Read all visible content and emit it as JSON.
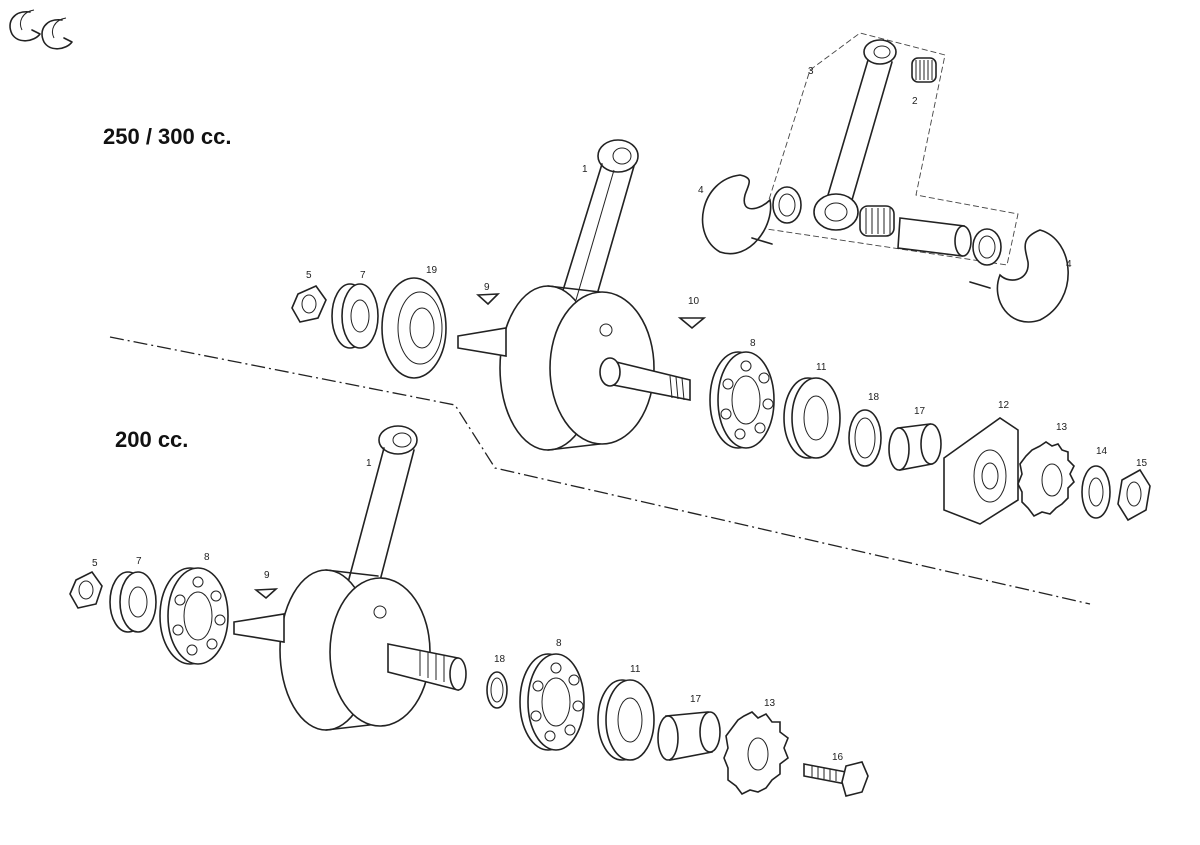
{
  "titles": {
    "upper": "250 / 300 cc.",
    "lower": "200 cc."
  },
  "logo": {
    "text": "GG"
  },
  "callouts_upper": [
    "1",
    "2",
    "3",
    "4",
    "4",
    "5",
    "7",
    "19",
    "9",
    "10",
    "8",
    "11",
    "18",
    "17",
    "12",
    "13",
    "14",
    "15"
  ],
  "callouts_lower": [
    "1",
    "5",
    "7",
    "8",
    "9",
    "18",
    "8",
    "11",
    "17",
    "13",
    "16"
  ]
}
